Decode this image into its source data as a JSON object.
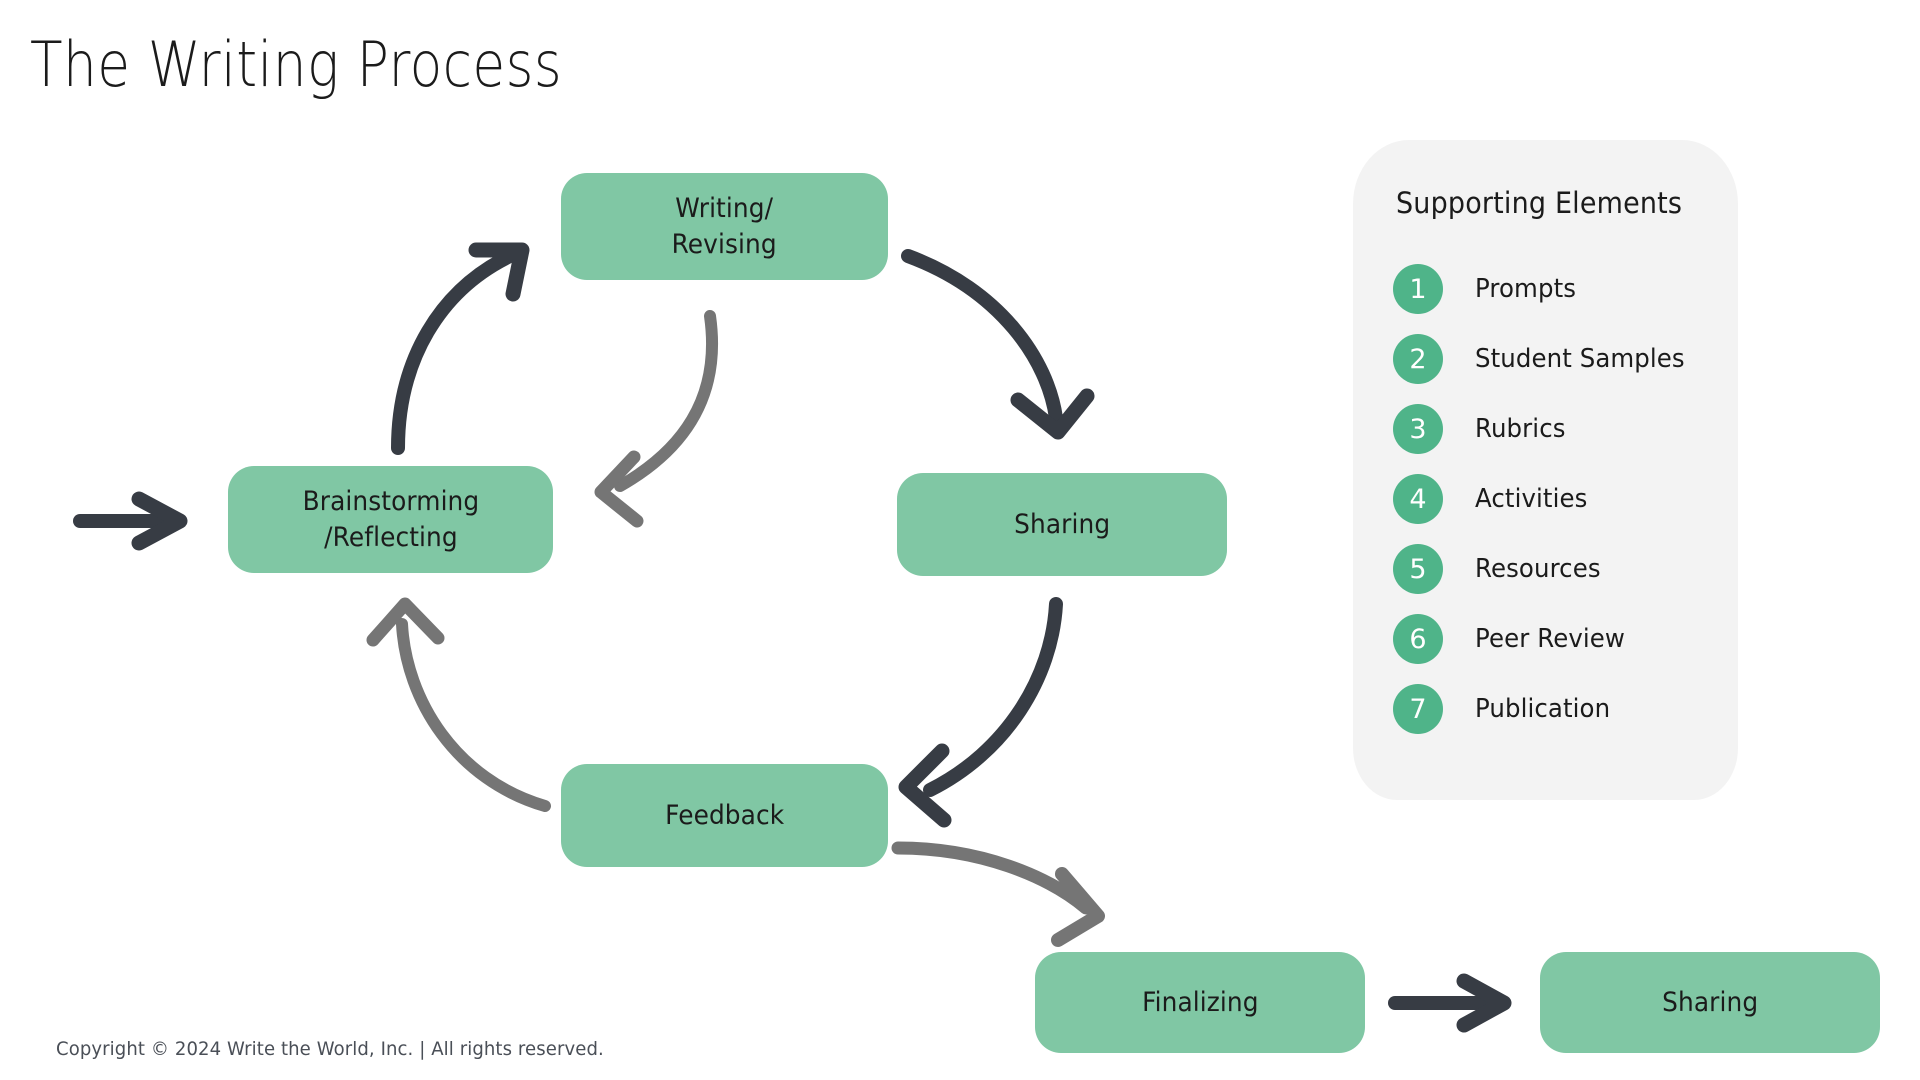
{
  "title": "The Writing Process",
  "colors": {
    "node_green": "#80c7a4",
    "badge_green": "#4fb489",
    "panel_gray": "#f3f3f3",
    "arrow_dark": "#373c44",
    "arrow_gray": "#757575",
    "text_dark": "#1b1b1b",
    "background": "#ffffff"
  },
  "cycle": {
    "nodes": [
      {
        "id": "writing",
        "line1": "Writing/",
        "line2": "Revising"
      },
      {
        "id": "sharing",
        "line1": "Sharing",
        "line2": ""
      },
      {
        "id": "feedback",
        "line1": "Feedback",
        "line2": ""
      },
      {
        "id": "brainstorm",
        "line1": "Brainstorming",
        "line2": "/Reflecting"
      }
    ]
  },
  "bottom_flow": {
    "nodes": [
      {
        "id": "finalizing",
        "label": "Finalizing"
      },
      {
        "id": "sharing2",
        "label": "Sharing"
      }
    ]
  },
  "arrows": [
    {
      "name": "entry-arrow",
      "color": "#373c44",
      "style": "straight"
    },
    {
      "name": "brainstorm-to-writing-arrow",
      "color": "#373c44",
      "style": "curved"
    },
    {
      "name": "writing-to-sharing-arrow",
      "color": "#373c44",
      "style": "curved"
    },
    {
      "name": "sharing-to-feedback-arrow",
      "color": "#373c44",
      "style": "curved"
    },
    {
      "name": "writing-to-brainstorm-arrow",
      "color": "#757575",
      "style": "curved"
    },
    {
      "name": "feedback-to-brainstorm-arrow",
      "color": "#757575",
      "style": "curved"
    },
    {
      "name": "feedback-to-finalizing-arrow",
      "color": "#757575",
      "style": "curved"
    },
    {
      "name": "finalizing-to-sharing-arrow",
      "color": "#373c44",
      "style": "straight"
    }
  ],
  "support": {
    "title": "Supporting Elements",
    "items": [
      {
        "number": "1",
        "label": "Prompts"
      },
      {
        "number": "2",
        "label": "Student Samples"
      },
      {
        "number": "3",
        "label": "Rubrics"
      },
      {
        "number": "4",
        "label": "Activities"
      },
      {
        "number": "5",
        "label": "Resources"
      },
      {
        "number": "6",
        "label": "Peer Review"
      },
      {
        "number": "7",
        "label": "Publication"
      }
    ]
  },
  "footer": {
    "copyright": "Copyright © 2024 Write the World, Inc. | All rights reserved."
  }
}
